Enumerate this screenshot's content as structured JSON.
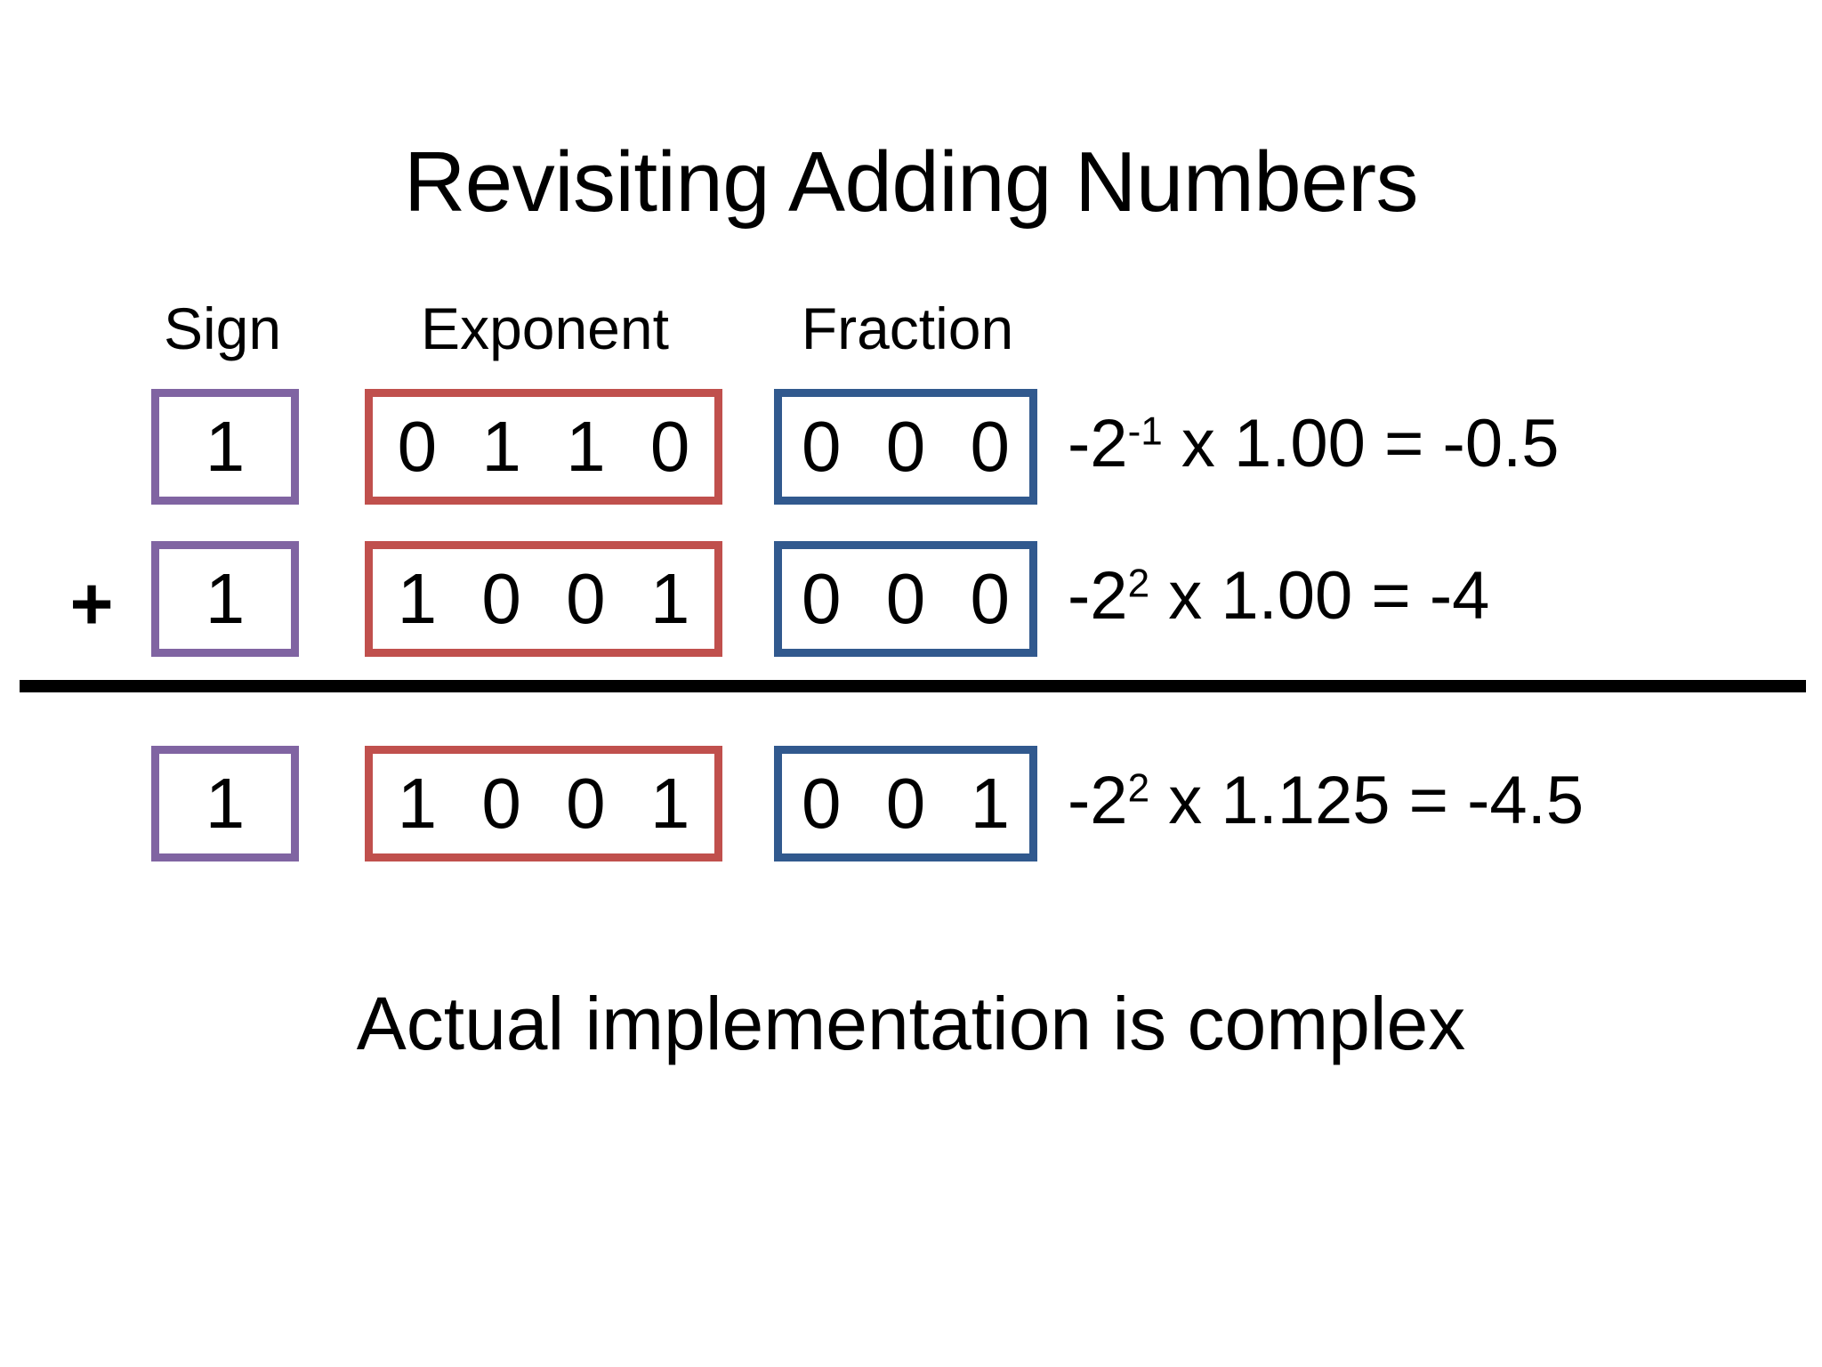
{
  "slide": {
    "title": "Revisiting Adding Numbers",
    "caption": "Actual implementation is complex",
    "operator": "+",
    "colors": {
      "sign_border": "#8064a2",
      "exponent_border": "#c0504d",
      "fraction_border": "#31598e",
      "rule": "#000000",
      "text": "#000000",
      "background": "#ffffff"
    }
  },
  "columns": {
    "sign_label": "Sign",
    "exponent_label": "Exponent",
    "fraction_label": "Fraction"
  },
  "rows": [
    {
      "operator": "",
      "sign": "1",
      "exponent": "0 1 1 0",
      "fraction": "0 0 0",
      "equation": {
        "base": "-2",
        "exp": "-1",
        "rest": " x 1.00 = -0.5"
      }
    },
    {
      "operator": "+",
      "sign": "1",
      "exponent": "1 0 0 1",
      "fraction": "0 0 0",
      "equation": {
        "base": "-2",
        "exp": "2",
        "rest": " x 1.00 = -4"
      }
    },
    {
      "operator": "",
      "sign": "1",
      "exponent": "1 0 0 1",
      "fraction": "0 0 1",
      "equation": {
        "base": "-2",
        "exp": "2",
        "rest": " x 1.125 = -4.5"
      }
    }
  ]
}
